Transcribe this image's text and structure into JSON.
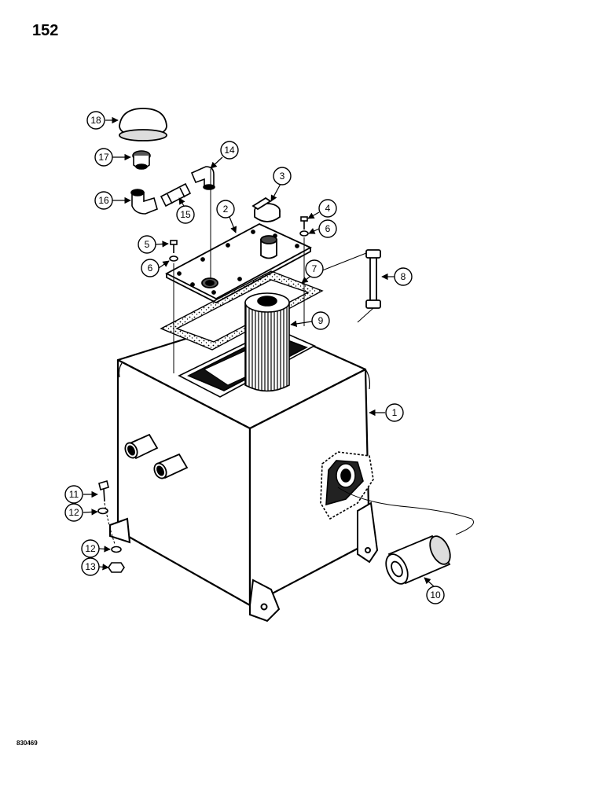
{
  "page": {
    "number": "152",
    "drawing_code": "830469"
  },
  "callouts": [
    {
      "id": "c1",
      "label": "1"
    },
    {
      "id": "c2",
      "label": "2"
    },
    {
      "id": "c3",
      "label": "3"
    },
    {
      "id": "c4",
      "label": "4"
    },
    {
      "id": "c5",
      "label": "5"
    },
    {
      "id": "c6a",
      "label": "6"
    },
    {
      "id": "c6b",
      "label": "6"
    },
    {
      "id": "c7",
      "label": "7"
    },
    {
      "id": "c8",
      "label": "8"
    },
    {
      "id": "c9",
      "label": "9"
    },
    {
      "id": "c10",
      "label": "10"
    },
    {
      "id": "c11",
      "label": "11"
    },
    {
      "id": "c12a",
      "label": "12"
    },
    {
      "id": "c12b",
      "label": "12"
    },
    {
      "id": "c13",
      "label": "13"
    },
    {
      "id": "c14",
      "label": "14"
    },
    {
      "id": "c15",
      "label": "15"
    },
    {
      "id": "c16",
      "label": "16"
    },
    {
      "id": "c17",
      "label": "17"
    },
    {
      "id": "c18",
      "label": "18"
    }
  ]
}
